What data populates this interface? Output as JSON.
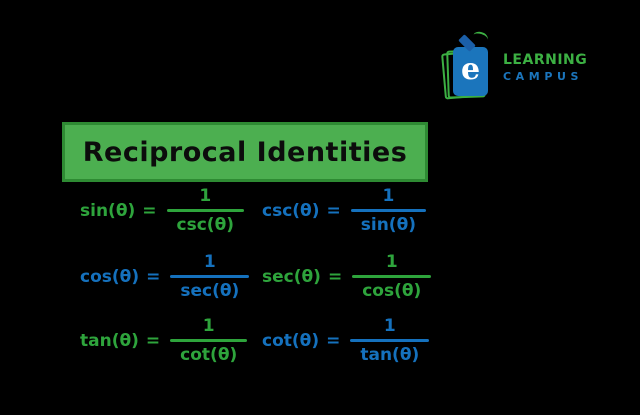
{
  "logo": {
    "icon_letter": "e",
    "learning": "LEARNING",
    "campus": "CAMPUS"
  },
  "header": {
    "title": "Reciprocal Identities"
  },
  "identities": [
    {
      "lhs": "sin(θ)",
      "eq": "=",
      "num": "1",
      "den": "csc(θ)",
      "color": "green"
    },
    {
      "lhs": "csc(θ)",
      "eq": "=",
      "num": "1",
      "den": "sin(θ)",
      "color": "blue"
    },
    {
      "lhs": "cos(θ)",
      "eq": "=",
      "num": "1",
      "den": "sec(θ)",
      "color": "blue"
    },
    {
      "lhs": "sec(θ)",
      "eq": "=",
      "num": "1",
      "den": "cos(θ)",
      "color": "green"
    },
    {
      "lhs": "tan(θ)",
      "eq": "=",
      "num": "1",
      "den": "cot(θ)",
      "color": "green"
    },
    {
      "lhs": "cot(θ)",
      "eq": "=",
      "num": "1",
      "den": "tan(θ)",
      "color": "blue"
    }
  ],
  "colors": {
    "background": "#000000",
    "green": "#2EA43C",
    "blue": "#1571BD",
    "header_bg": "#4CAF50",
    "header_border": "#2E8B33",
    "header_text": "#0C0C0C",
    "logo_green": "#3CB043",
    "logo_blue": "#1B75BC"
  }
}
